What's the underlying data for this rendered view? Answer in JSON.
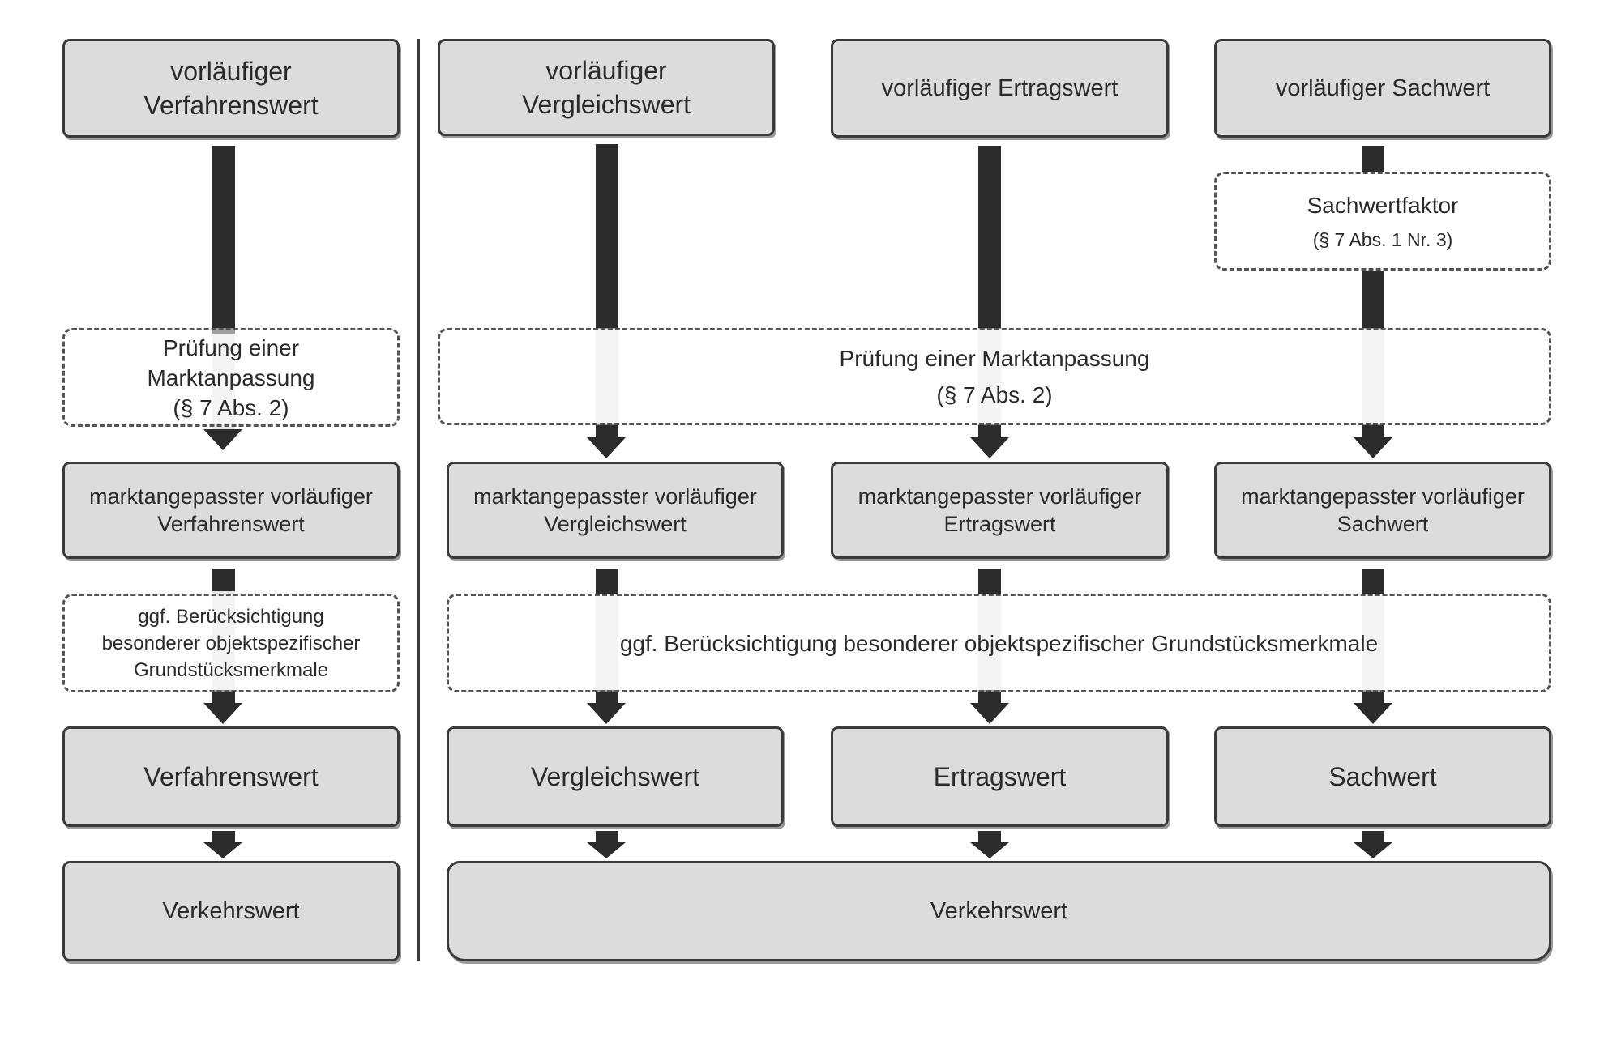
{
  "left_column": {
    "top_box": [
      "vorläufiger",
      "Verfahrenswert"
    ],
    "market_check": [
      "Prüfung einer",
      "Marktanpassung",
      "(§ 7 Abs. 2)"
    ],
    "adjusted_box": [
      "marktangepasster vorläufiger",
      "Verfahrenswert"
    ],
    "special_features": [
      "ggf. Berücksichtigung",
      "besonderer objektspezifischer",
      "Grundstücksmerkmale"
    ],
    "value_box": "Verfahrenswert",
    "market_value_box": "Verkehrswert"
  },
  "right_section": {
    "top_boxes": {
      "comparison": [
        "vorläufiger",
        "Vergleichswert"
      ],
      "income": "vorläufiger Ertragswert",
      "asset": "vorläufiger Sachwert"
    },
    "asset_factor": {
      "title": "Sachwertfaktor",
      "reference": "(§ 7 Abs. 1 Nr. 3)"
    },
    "market_check": {
      "title": "Prüfung einer Marktanpassung",
      "reference": "(§ 7 Abs. 2)"
    },
    "adjusted_boxes": {
      "comparison": [
        "marktangepasster vorläufiger",
        "Vergleichswert"
      ],
      "income": [
        "marktangepasster vorläufiger",
        "Ertragswert"
      ],
      "asset": [
        "marktangepasster vorläufiger",
        "Sachwert"
      ]
    },
    "special_features": "ggf. Berücksichtigung besonderer objektspezifischer Grundstücksmerkmale",
    "value_boxes": {
      "comparison": "Vergleichswert",
      "income": "Ertragswert",
      "asset": "Sachwert"
    },
    "market_value_box": "Verkehrswert"
  },
  "colors": {
    "box_fill": "#dcdcdc",
    "border": "#3a3a3a",
    "arrow_dark": "#2b2b2b",
    "arrow_light": "#e6e6e6"
  }
}
